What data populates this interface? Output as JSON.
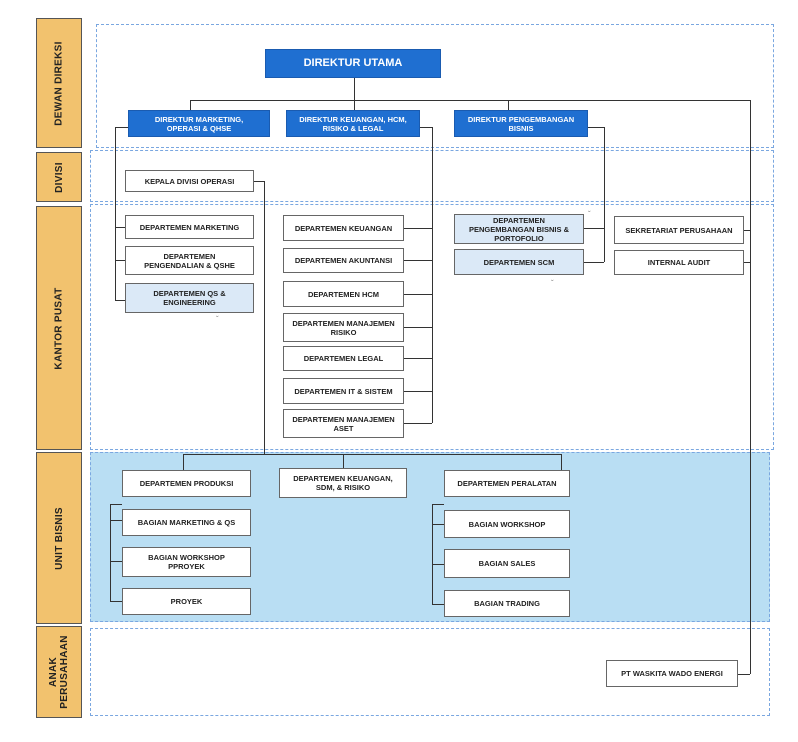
{
  "bands": {
    "dewan_direksi": "DEWAN DIREKSI",
    "divisi": "DIVISI",
    "kantor_pusat": "KANTOR PUSAT",
    "unit_bisnis": "UNIT BISNIS",
    "anak_perusahaan": "ANAK\nPERUSAHAAN"
  },
  "top": {
    "direktur_utama": "DIREKTUR UTAMA",
    "dir_marketing": "DIREKTUR MARKETING,\nOPERASI & QHSE",
    "dir_keuangan": "DIREKTUR KEUANGAN, HCM,\nRISIKO & LEGAL",
    "dir_pengembangan": "DIREKTUR PENGEMBANGAN\nBISNIS"
  },
  "divisi": {
    "kepala_divisi_operasi": "KEPALA DIVISI OPERASI"
  },
  "kantor_pusat": {
    "col1": [
      "DEPARTEMEN MARKETING",
      "DEPARTEMEN\nPENGENDALIAN & QSHE",
      "DEPARTEMEN QS &\nENGINEERING"
    ],
    "col2": [
      "DEPARTEMEN KEUANGAN",
      "DEPARTEMEN AKUNTANSI",
      "DEPARTEMEN HCM",
      "DEPARTEMEN MANAJEMEN\nRISIKO",
      "DEPARTEMEN LEGAL",
      "DEPARTEMEN IT & SISTEM",
      "DEPARTEMEN MANAJEMEN\nASET"
    ],
    "col3": [
      "DEPARTEMEN\nPENGEMBANGAN BISNIS &\nPORTOFOLIO",
      "DEPARTEMEN SCM"
    ],
    "col4": [
      "SEKRETARIAT PERUSAHAAN",
      "INTERNAL AUDIT"
    ]
  },
  "unit_bisnis": {
    "produksi": "DEPARTEMEN PRODUKSI",
    "produksi_items": [
      "BAGIAN MARKETING & QS",
      "BAGIAN WORKSHOP\nPPROYEK",
      "PROYEK"
    ],
    "keuangan": "DEPARTEMEN KEUANGAN,\nSDM, & RISIKO",
    "peralatan": "DEPARTEMEN PERALATAN",
    "peralatan_items": [
      "BAGIAN WORKSHOP",
      "BAGIAN SALES",
      "BAGIAN TRADING"
    ]
  },
  "anak_perusahaan": {
    "waskita": "PT WASKITA WADO ENERGI"
  },
  "colors": {
    "band": "#f2c26e",
    "dark_box": "#1f6fd1",
    "light_box": "#dbe9f7",
    "unit_bisnis_bg": "#b9def3",
    "frame": "#7aa7e0"
  }
}
